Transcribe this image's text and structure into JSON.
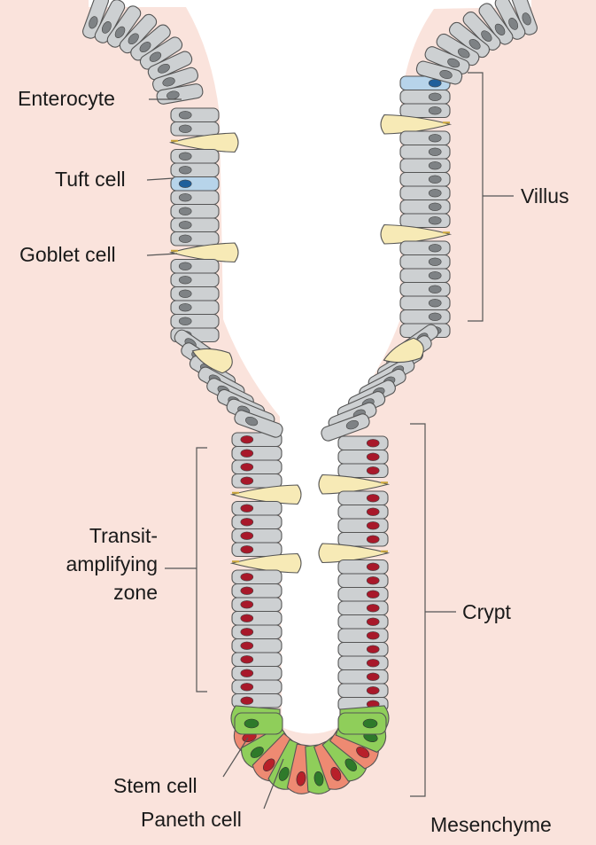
{
  "figure": {
    "labels": {
      "enterocyte": "Enterocyte",
      "tuft_cell": "Tuft cell",
      "goblet_cell": "Goblet cell",
      "transit_line1": "Transit-",
      "transit_line2": "amplifying",
      "transit_line3": "zone",
      "stem_cell": "Stem cell",
      "paneth_cell": "Paneth cell",
      "villus": "Villus",
      "crypt": "Crypt",
      "mesenchyme": "Mesenchyme"
    },
    "colors": {
      "background": "#fae3dc",
      "lumen": "#ffffff",
      "enterocyte": "#cdd0d2",
      "enterocyte_nucleus": "#7e8285",
      "transit_nucleus": "#a8182a",
      "goblet": "#f7eab6",
      "tuft": "#b7d4ea",
      "tuft_nucleus": "#1f5f9b",
      "stem": "#8fce5a",
      "stem_nucleus": "#2e7a2a",
      "paneth": "#ee8a72",
      "paneth_nucleus": "#b8202a"
    }
  }
}
